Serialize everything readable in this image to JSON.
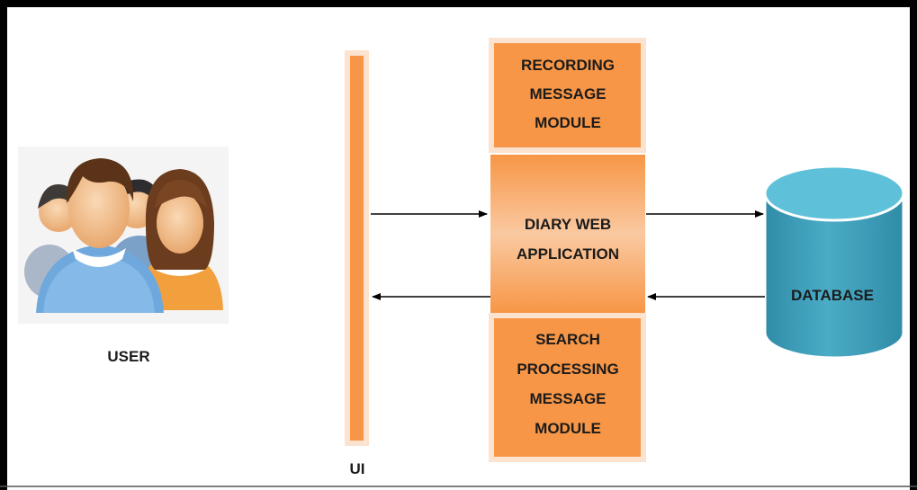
{
  "user": {
    "label": "USER",
    "icon": "user-group-icon"
  },
  "ui_bar": {
    "label": "UI"
  },
  "modules": {
    "recording": {
      "lines": [
        "RECORDING",
        "MESSAGE",
        "MODULE"
      ]
    },
    "app": {
      "lines": [
        "DIARY WEB",
        "APPLICATION"
      ]
    },
    "search": {
      "lines": [
        "SEARCH",
        "PROCESSING",
        "MESSAGE",
        "MODULE"
      ]
    }
  },
  "database": {
    "label": "DATABASE",
    "icon": "database-cylinder-icon"
  },
  "colors": {
    "module_fill": "#F79646",
    "module_border": "#FBE3D0",
    "app_fill_light": "#FAC9A1",
    "ui_bar_fill": "#F79646",
    "database_fill": "#4BACC6",
    "frame": "#000000",
    "arrow": "#000000"
  }
}
